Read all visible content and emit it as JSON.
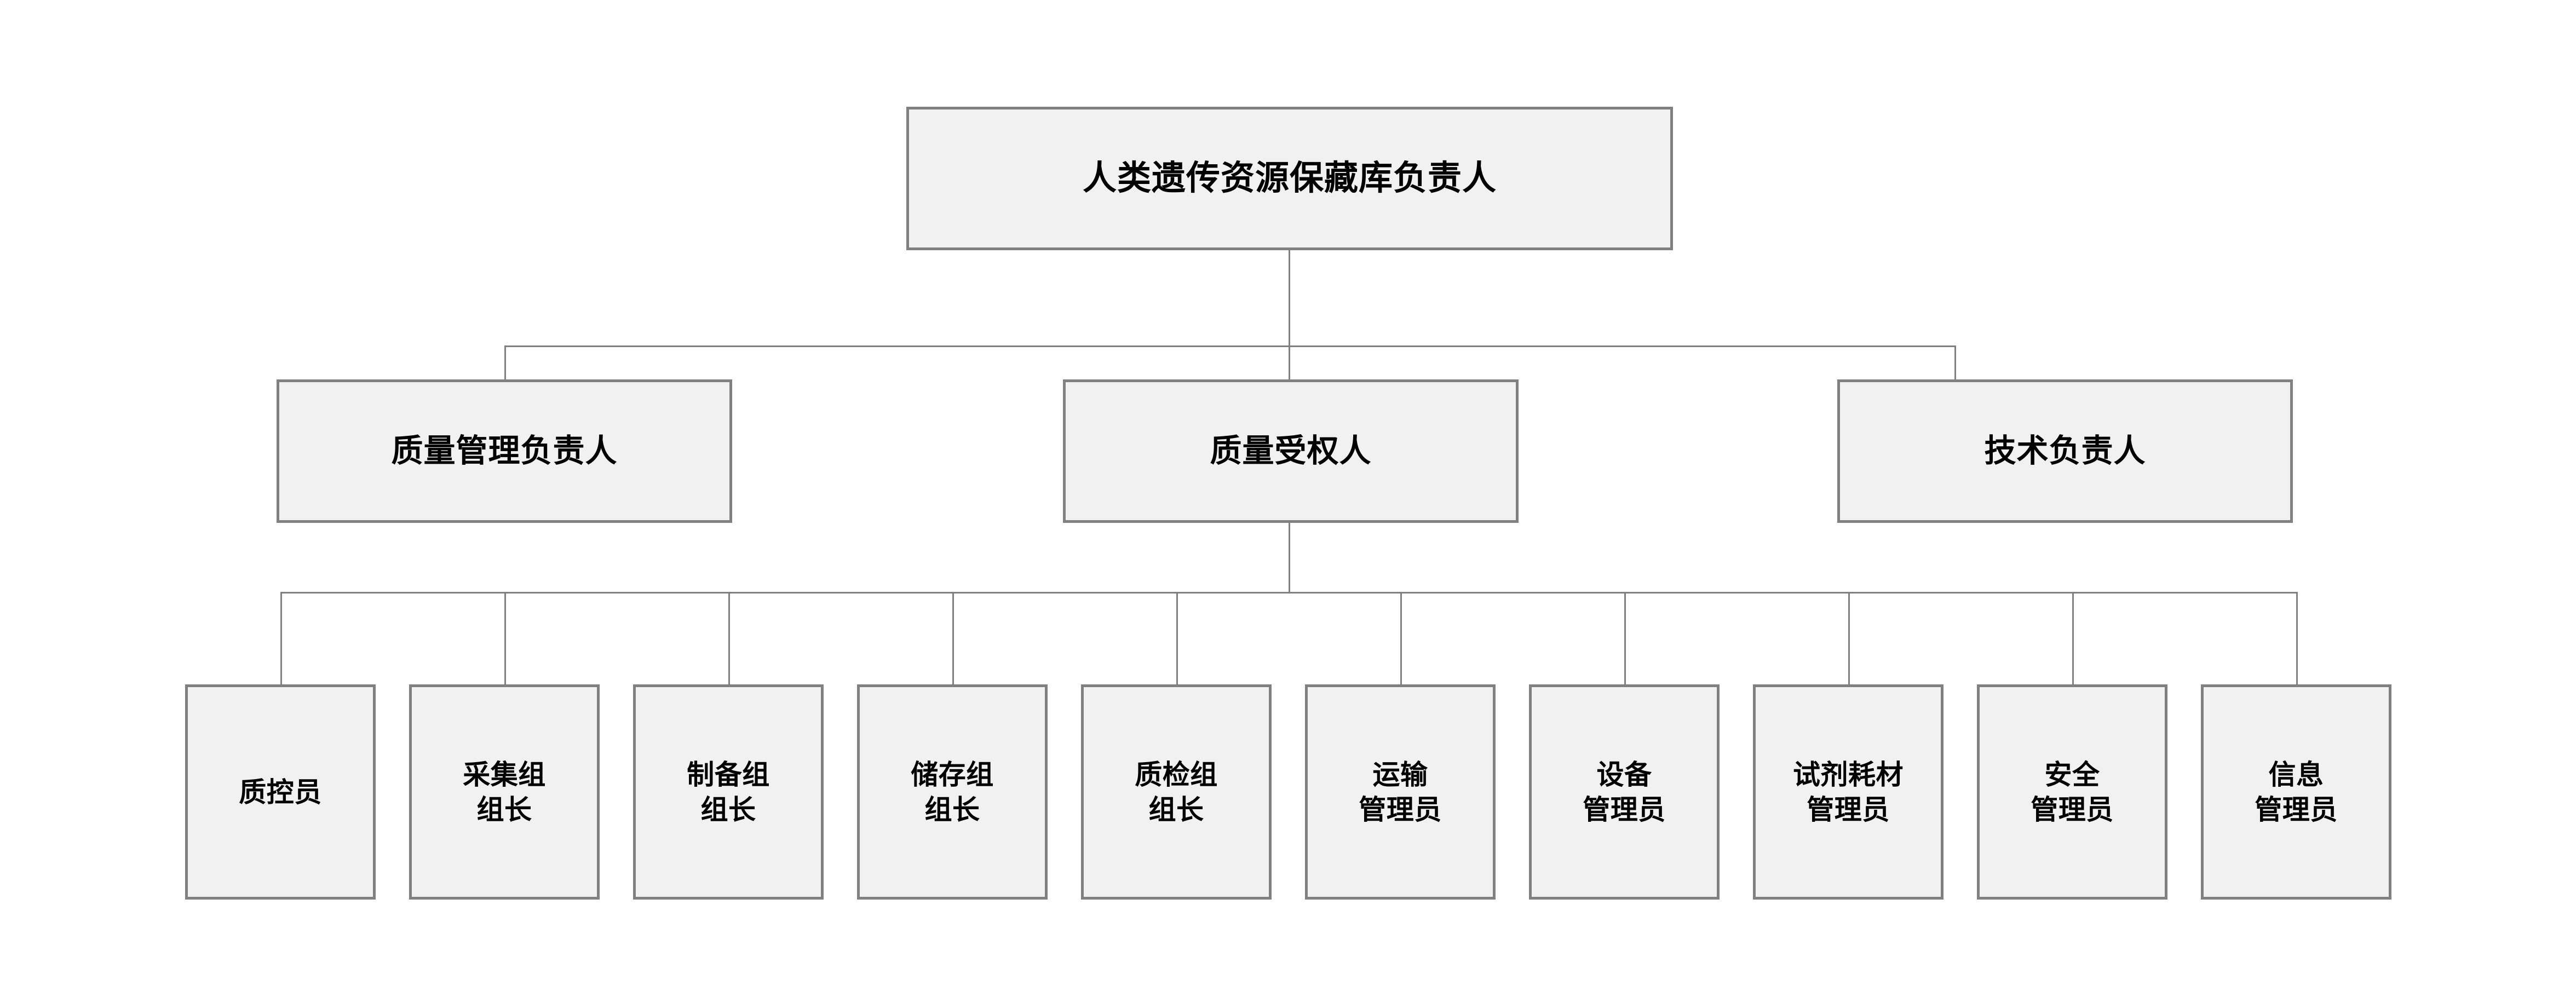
{
  "chart": {
    "type": "org-chart",
    "background_color": "#ffffff",
    "node_fill_color": "#f1f1f1",
    "node_border_color": "#808080",
    "connector_color": "#808080",
    "text_color": "#000000",
    "levels": 3
  },
  "root": {
    "label": "人类遗传资源保藏库负责人"
  },
  "mid": [
    {
      "label": "质量管理负责人"
    },
    {
      "label": "质量受权人"
    },
    {
      "label": "技术负责人"
    }
  ],
  "leaves": [
    {
      "label": "质控员"
    },
    {
      "label": "采集组\n组长"
    },
    {
      "label": "制备组\n组长"
    },
    {
      "label": "储存组\n组长"
    },
    {
      "label": "质检组\n组长"
    },
    {
      "label": "运输\n管理员"
    },
    {
      "label": "设备\n管理员"
    },
    {
      "label": "试剂耗材\n管理员"
    },
    {
      "label": "安全\n管理员"
    },
    {
      "label": "信息\n管理员"
    }
  ]
}
